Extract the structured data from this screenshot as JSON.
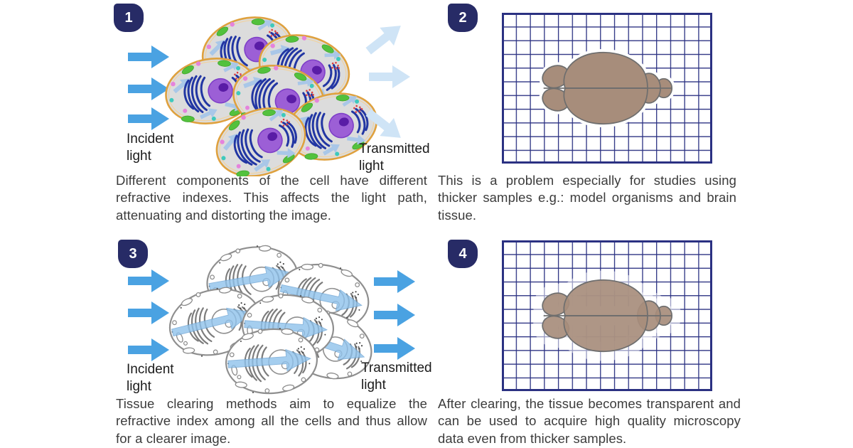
{
  "panels": [
    {
      "number": "1",
      "incident_label": "Incident light",
      "transmitted_label": "Transmitted light",
      "caption": "Different components of the cell have different refractive indexes. This affects the light path, attenuating and distorting the image."
    },
    {
      "number": "2",
      "caption": "This is a problem especially for studies using thicker samples e.g.: model organisms and brain tissue."
    },
    {
      "number": "3",
      "incident_label": "Incident light",
      "transmitted_label": "Transmitted light",
      "caption": "Tissue clearing methods aim to equalize the refractive index among all the cells and thus allow for a clearer image."
    },
    {
      "number": "4",
      "caption": "After clearing, the tissue becomes transparent and can be used to acquire high quality microscopy data even from thicker samples."
    }
  ],
  "colors": {
    "badge": "#272b66",
    "grid": "#2b3182",
    "brain_fill": "#a78d7b",
    "brain_outline": "#6e6e6e",
    "arrow_blue": "#4aa2e2",
    "arrow_pale": "#cfe4f6",
    "cell_membrane": "#dfa13e",
    "cell_fill": "#dcdcdc",
    "nucleus": "#9c5fd6",
    "er": "#2236a3",
    "mitochondria": "#53c13d",
    "clear_outline": "#8f8f8f",
    "inner_arrow": "#8fc2ec"
  }
}
